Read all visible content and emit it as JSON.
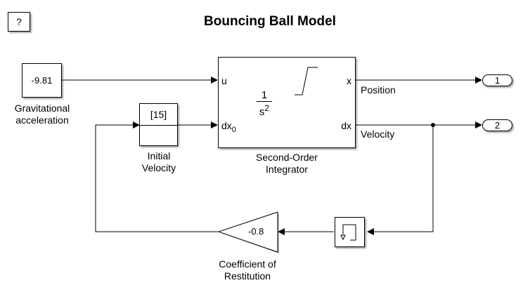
{
  "title": "Bouncing Ball Model",
  "help_button": "?",
  "blocks": {
    "gravity": {
      "value": "-9.81",
      "label_line1": "Gravitational",
      "label_line2": "acceleration"
    },
    "initial_velocity": {
      "value": "[15]",
      "label_line1": "Initial",
      "label_line2": "Velocity"
    },
    "integrator": {
      "numerator": "1",
      "denominator": "s",
      "exponent": "2",
      "port_u": "u",
      "port_dx0": "dx",
      "port_dx0_sub": "0",
      "port_x": "x",
      "port_dx": "dx",
      "label_line1": "Second-Order",
      "label_line2": "Integrator"
    },
    "gain": {
      "value": "-0.8",
      "label_line1": "Coefficient of",
      "label_line2": "Restitution"
    },
    "memory": {
      "icon": "memory-icon"
    },
    "outport1": {
      "value": "1"
    },
    "outport2": {
      "value": "2"
    }
  },
  "signals": {
    "position": "Position",
    "velocity": "Velocity"
  }
}
